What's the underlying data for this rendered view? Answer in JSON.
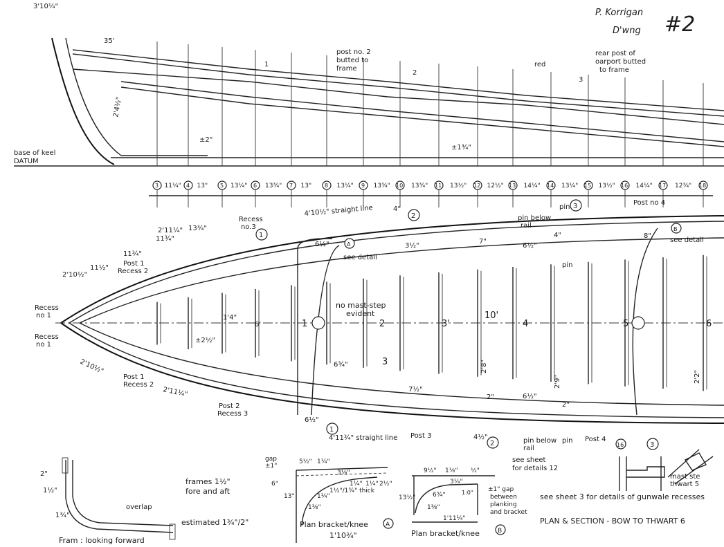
{
  "title": {
    "author": "P. Korrigan",
    "drawing": "D'wng",
    "number": "#2"
  },
  "elevation": {
    "bow_height": "3'10¼\"",
    "sheer_mark": "35'",
    "stem_dim": "2'4½\"",
    "keel_offset_1": "±2\"",
    "keel_offset_2": "±1¾\"",
    "datum_label_1": "base of keel",
    "datum_label_2": "DATUM",
    "post_no2_note": [
      "post no. 2",
      "butted to",
      "frame"
    ],
    "rear_post_note": [
      "rear post of",
      "oarport butted",
      "to frame"
    ],
    "red_label": "red",
    "oarport_numbers": [
      "1",
      "2",
      "3"
    ]
  },
  "stations": {
    "numbers": [
      "3",
      "4",
      "5",
      "6",
      "7",
      "8",
      "9",
      "10",
      "11",
      "12",
      "13",
      "14",
      "15",
      "16",
      "17",
      "18"
    ],
    "spacings": [
      "11¼\"",
      "13\"",
      "13¼\"",
      "13¾\"",
      "13\"",
      "13¼\"",
      "13¾\"",
      "13¾\"",
      "13½\"",
      "12½\"",
      "14¼\"",
      "13¼\"",
      "13½\"",
      "14¼\"",
      "12¾\""
    ]
  },
  "plan": {
    "straight_line_top": "4'10½\" straight line",
    "straight_line_bottom": "4'11¾\" straight line",
    "recess_no1_top": [
      "Recess",
      "no 1"
    ],
    "recess_no1_bottom": [
      "Recess",
      "no 1"
    ],
    "recess_no3": [
      "Recess",
      "no.3"
    ],
    "post1_recess2_top": [
      "Post 1",
      "Recess 2"
    ],
    "post1_recess2_bottom": [
      "Post 1",
      "Recess 2"
    ],
    "post2_recess3": [
      "Post 2",
      "Recess 3"
    ],
    "post3": "Post 3",
    "post4": "Post 4",
    "post4_top": "Post no 4",
    "dims_top": [
      "2'10½\"",
      "11½\"",
      "11¾\"",
      "2'11¼\"",
      "11¾\"",
      "13¾\"",
      "4\"",
      "6½\"",
      "3½\"",
      "7\"",
      "6½\"",
      "4\"",
      "8\""
    ],
    "dims_bottom": [
      "2'10½\"",
      "2'11¼\"",
      "6½\"",
      "7½\"",
      "2\"",
      "6½\"",
      "2\"",
      "4½\""
    ],
    "dims_interior": [
      "1'4\"",
      "±2½\"",
      "6¾\"",
      "2'8\"",
      "2'9\"",
      "2'2\""
    ],
    "mast_step_note": [
      "no mast-step",
      "evident"
    ],
    "see_detail_a": "see detail",
    "see_detail_b": "see detail",
    "pin_below_rail_top": [
      "pin below",
      "rail"
    ],
    "pin_top": "pin",
    "pin_side": "pin",
    "pin_below_rail_bottom": [
      "pin below",
      "rail"
    ],
    "pin_bottom": "pin",
    "thwarts": [
      "1",
      "2",
      "3",
      "4",
      "5",
      "6"
    ],
    "thwart_dims": [
      "6'",
      "3'",
      "10'"
    ],
    "callouts": [
      "1",
      "2",
      "3",
      "A",
      "B"
    ],
    "see_sheet_12": [
      "see sheet",
      "for details 12"
    ]
  },
  "frame_detail": {
    "dim_top": "2\"",
    "dim_side": "1½\"",
    "dim_curve": "1¾\"",
    "overlap": "overlap",
    "estimated": "estimated 1¾\"/2\"",
    "frames_note": [
      "frames 1½\"",
      "fore and aft"
    ],
    "caption": "Fram   : looking forward"
  },
  "bracket_a": {
    "gap": [
      "gap",
      "±1\""
    ],
    "dims": [
      "5½\"",
      "1¼\"",
      "3⅛\"",
      "1¼\"",
      "1¼\"",
      "2½\"",
      "6\"",
      "13\"",
      "1¼\"",
      "1⅜\""
    ],
    "thick": "1½\"/1¾\" thick",
    "caption": "Plan bracket/knee",
    "callout": "A",
    "width": "1'10¾\""
  },
  "bracket_b": {
    "dims": [
      "9½\"",
      "1⅛\"",
      "½\"",
      "3¼\"",
      "13½\"",
      "6¾\"",
      "1⅜\"",
      "1:0\""
    ],
    "width": "1'11¼\"",
    "gap_note": [
      "±1\" gap",
      "between",
      "planking",
      "and bracket"
    ],
    "caption": "Plan bracket/knee",
    "callout": "B"
  },
  "gunwale_detail": {
    "callout_16": "16",
    "callout_3": "3",
    "mast_note": [
      "mast ste",
      "thwart 5"
    ],
    "see_sheet_3": "see sheet 3 for details of gunwale recesses"
  },
  "footer": {
    "title": "PLAN & SECTION - BOW TO THWART 6"
  }
}
